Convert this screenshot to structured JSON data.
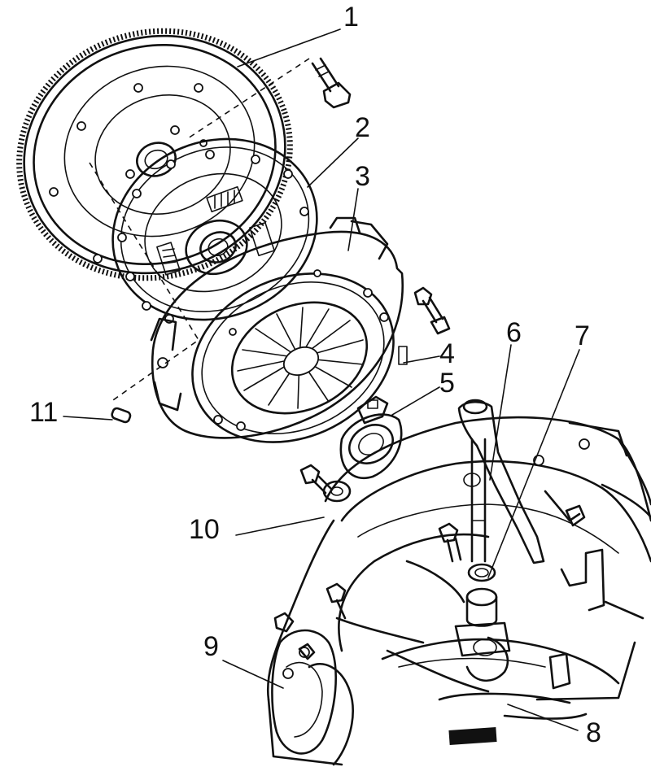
{
  "diagram": {
    "callouts": [
      {
        "id": "1",
        "text": "1"
      },
      {
        "id": "2",
        "text": "2"
      },
      {
        "id": "3",
        "text": "3"
      },
      {
        "id": "4",
        "text": "4"
      },
      {
        "id": "5",
        "text": "5"
      },
      {
        "id": "6",
        "text": "6"
      },
      {
        "id": "7",
        "text": "7"
      },
      {
        "id": "8",
        "text": "8"
      },
      {
        "id": "9",
        "text": "9"
      },
      {
        "id": "10",
        "text": "10"
      },
      {
        "id": "11",
        "text": "11"
      }
    ],
    "colors": {
      "ink": "#111111",
      "background": "#ffffff"
    }
  }
}
